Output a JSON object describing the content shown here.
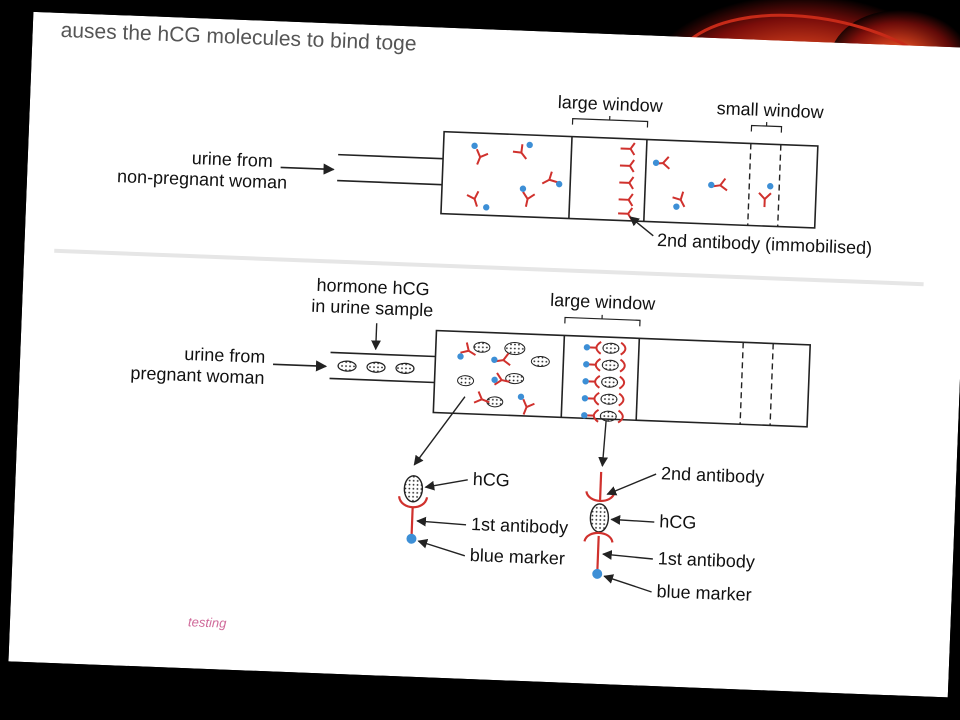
{
  "header_fragment": "auses the hCG molecules to bind toge",
  "caption_fragment": "testing",
  "top": {
    "input_label": [
      "urine from",
      "non-pregnant woman"
    ],
    "large_window": "large window",
    "small_window": "small window",
    "second_antibody": "2nd antibody (immobilised)"
  },
  "bottom": {
    "hormone_label": [
      "hormone hCG",
      "in urine sample"
    ],
    "input_label": [
      "urine from",
      "pregnant woman"
    ],
    "large_window": "large window"
  },
  "detail_left": {
    "hcg": "hCG",
    "first_antibody": "1st antibody",
    "blue_marker": "blue marker"
  },
  "detail_right": {
    "second_antibody": "2nd antibody",
    "hcg": "hCG",
    "first_antibody": "1st antibody",
    "blue_marker": "blue marker"
  },
  "colors": {
    "antibody": "#d0312d",
    "marker": "#3d8fd6",
    "line": "#222222",
    "paper": "#ffffff",
    "background": "#000000",
    "flame": "#d62b1e"
  }
}
